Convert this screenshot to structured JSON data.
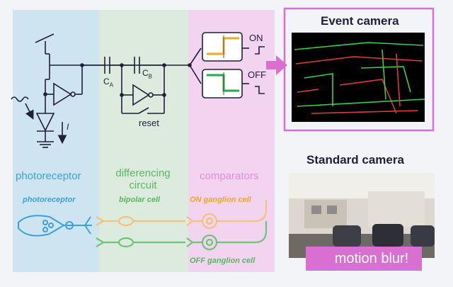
{
  "panels": {
    "photoreceptor": {
      "title": "photoreceptor",
      "subtitle": "photoreceptor"
    },
    "differencing": {
      "title_line1": "differencing",
      "title_line2": "circuit",
      "subtitle": "bipolar cell"
    },
    "comparators": {
      "title": "comparators",
      "subtitle_on": "ON ganglion cell",
      "subtitle_off": "OFF ganglion cell"
    }
  },
  "circuit": {
    "cap_a": "C",
    "cap_a_sub": "A",
    "cap_b": "C",
    "cap_b_sub": "B",
    "current": "I",
    "reset": "reset",
    "on": "ON",
    "off": "OFF"
  },
  "event_camera": {
    "title": "Event camera"
  },
  "standard_camera": {
    "title": "Standard camera",
    "badge": "motion blur!",
    "badge_icon": "close-icon"
  },
  "colors": {
    "photo_bg": "#cfe4f1",
    "diff_bg": "#dcebdd",
    "comp_bg": "#f2d3f0",
    "blue": "#3aa2d6",
    "green": "#59b860",
    "pink": "#e88bd8",
    "on_signal": "#f5a623",
    "off_signal": "#2aa84a",
    "accent": "#d96fd0"
  }
}
